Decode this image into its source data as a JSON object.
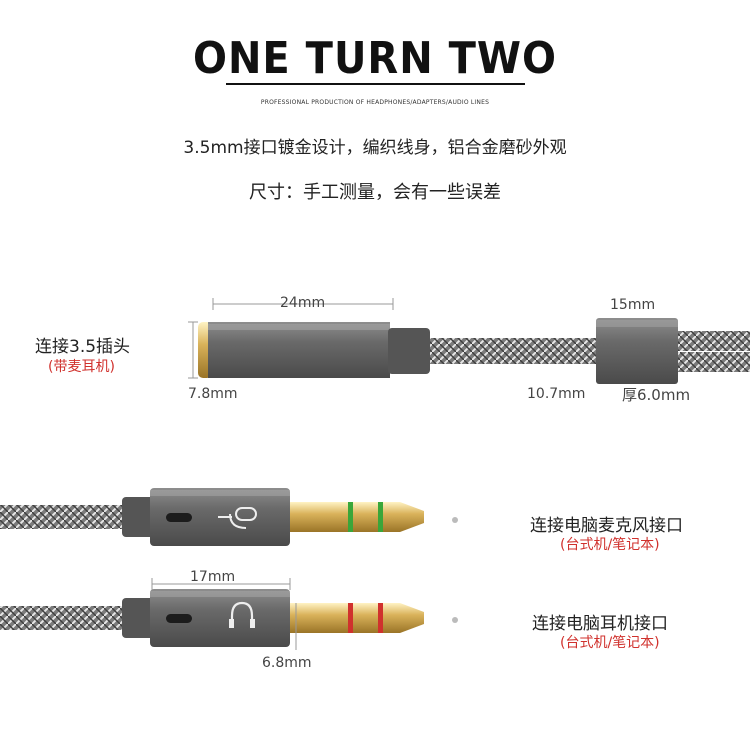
{
  "header": {
    "title": "ONE TURN TWO",
    "subtitle": "PROFESSIONAL PRODUCTION OF HEADPHONES/ADAPTERS/AUDIO LINES",
    "desc_line1": "3.5mm接口镀金设计，编织线身，铝合金磨砂外观",
    "desc_line2": "尺寸：手工测量，会有一些误差"
  },
  "female_connector": {
    "label": "连接3.5插头",
    "sublabel": "(带麦耳机)",
    "length": "24mm",
    "diameter": "7.8mm"
  },
  "splitter": {
    "length": "15mm",
    "width": "10.7mm",
    "thickness": "厚6.0mm"
  },
  "mic_plug": {
    "label": "连接电脑麦克风接口",
    "sublabel": "(台式机/笔记本)",
    "icon": "microphone-icon",
    "ring_color": "#3aa63a"
  },
  "headphone_plug": {
    "label": "连接电脑耳机接口",
    "sublabel": "(台式机/笔记本)",
    "icon": "headphone-icon",
    "ring_color": "#d0312d",
    "length": "17mm",
    "diameter": "6.8mm"
  }
}
